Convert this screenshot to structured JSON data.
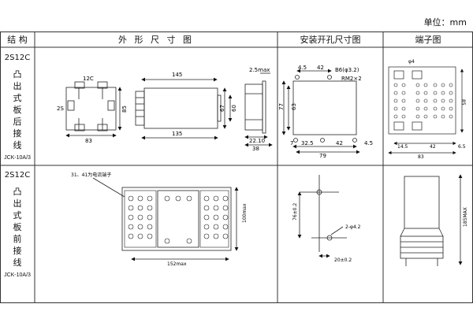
{
  "unit_label": "单位：mm",
  "headers": {
    "structure": "结 构",
    "outline": "外 形 尺 寸 图",
    "mounting": "安装开孔尺寸图",
    "terminal": "端子图"
  },
  "rows": [
    {
      "code": "2S12C",
      "desc": [
        "凸",
        "出",
        "式",
        "板",
        "后",
        "接",
        "线"
      ],
      "model": "JCK-10A/3"
    },
    {
      "code": "2S12C",
      "desc": [
        "凸",
        "出",
        "式",
        "板",
        "前",
        "接",
        "线"
      ],
      "model": "JCK-10A/3"
    }
  ],
  "row1": {
    "front_labels": {
      "top": "12C",
      "left": "2S",
      "height": "85",
      "width": "83"
    },
    "side_labels": {
      "top": "145",
      "bottom": "135",
      "height_a": "67",
      "height_b": "60"
    },
    "end_labels": {
      "top": "2.5max",
      "bottom_a": "22.10",
      "bottom_b": "38"
    },
    "mount_labels": {
      "a": "4.5",
      "b": "42",
      "hole": "B6(φ3.2)",
      "rm": "RM2×2",
      "h1": "77",
      "h2": "63",
      "b1": "7",
      "b2": "32.5",
      "b3": "42",
      "b4": "4.5",
      "total": "79"
    },
    "term_labels": {
      "phi": "φ4",
      "h": "85",
      "w1": "14.5",
      "w2": "42",
      "w3": "6.5",
      "total": "83"
    }
  },
  "row2": {
    "callout": "31、41为电流端子",
    "height": "100max",
    "width": "152max",
    "mount_labels": {
      "h": "76±0.2",
      "holes": "2-φ4.2",
      "w": "20±0.2"
    },
    "term_height": "185MAX"
  }
}
